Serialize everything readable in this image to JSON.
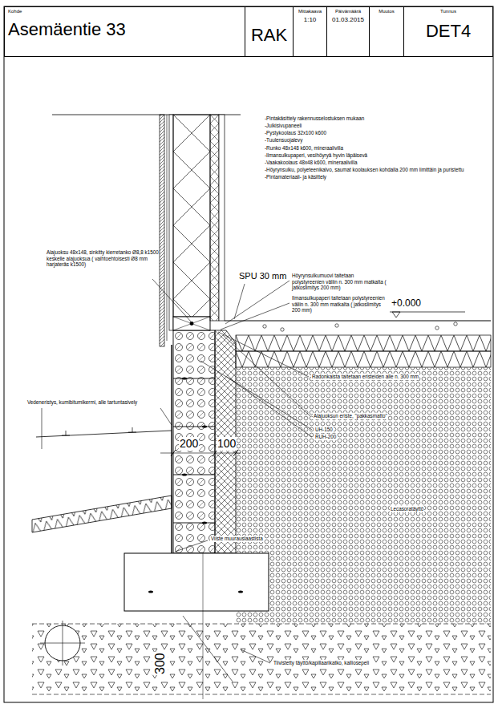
{
  "diagram": {
    "nodes": [
      {
        "text": [
          "Kohde",
          "Asemäentie 33"
        ]
      },
      {
        "text": [
          "RAK"
        ]
      },
      {
        "text": [
          "Mittakaava",
          "1:10"
        ]
      },
      {
        "text": [
          "Päivämäärä",
          "01.03.2015"
        ]
      },
      {
        "text": [
          "Muutos"
        ]
      },
      {
        "text": [
          "Tunnus",
          "DET4"
        ]
      }
    ],
    "labels": [
      "-Pintakäsittely rakennusselostuksen mukaan",
      "-Julkisivupaneeli",
      "-Pystykoolaus 32x100 k600",
      "-Tuulensuojalevy",
      "-Runko 48x148 k600, mineraalivilla",
      "-Ilmansulkupaperi, vesihöyryä hyvin läpäisevä",
      "-Vaakakoolaus 48x48 k600, mineraalivilla",
      "-Höyrynsulku, polyeteenikalvo, saumat koolauksen kohdalla 200 mm limittäin ja puristettu",
      "-Pintamateriaali- ja käsittely",
      "Alajuoksu 48x148, sinkitty kierretanko Ø8,8 k1500 keskelle alajuoksua ( vaihtoehtoisesti Ø8 mm harjateräs k1500)",
      "Höyrynsulkumuovi taitetaan polystyreenien väliin n. 300 mm matkalta ( jatkoslimitys 200 mm)",
      "SPU 30 mm",
      "Ilmansulkupaperi taitetaan polystyreenien väliin n. 300 mm matkalta ( jatkoslimitys 200 mm)",
      "+0.000",
      "Radonkaista taitetaan eristeiden alle n. 300 mm",
      "Alajuoksun eriste, \"pakkasmatto\"",
      "Vedeneristys, kumibitumikermi, alle tartuntasively",
      "UH-150",
      "RUH-200",
      "200",
      "100",
      "Lecasoratäyttö",
      "Viiste muurauslaastista",
      "300",
      "Tiivistetty täyttö/kapillaarikatko, kalliosepeli"
    ]
  }
}
